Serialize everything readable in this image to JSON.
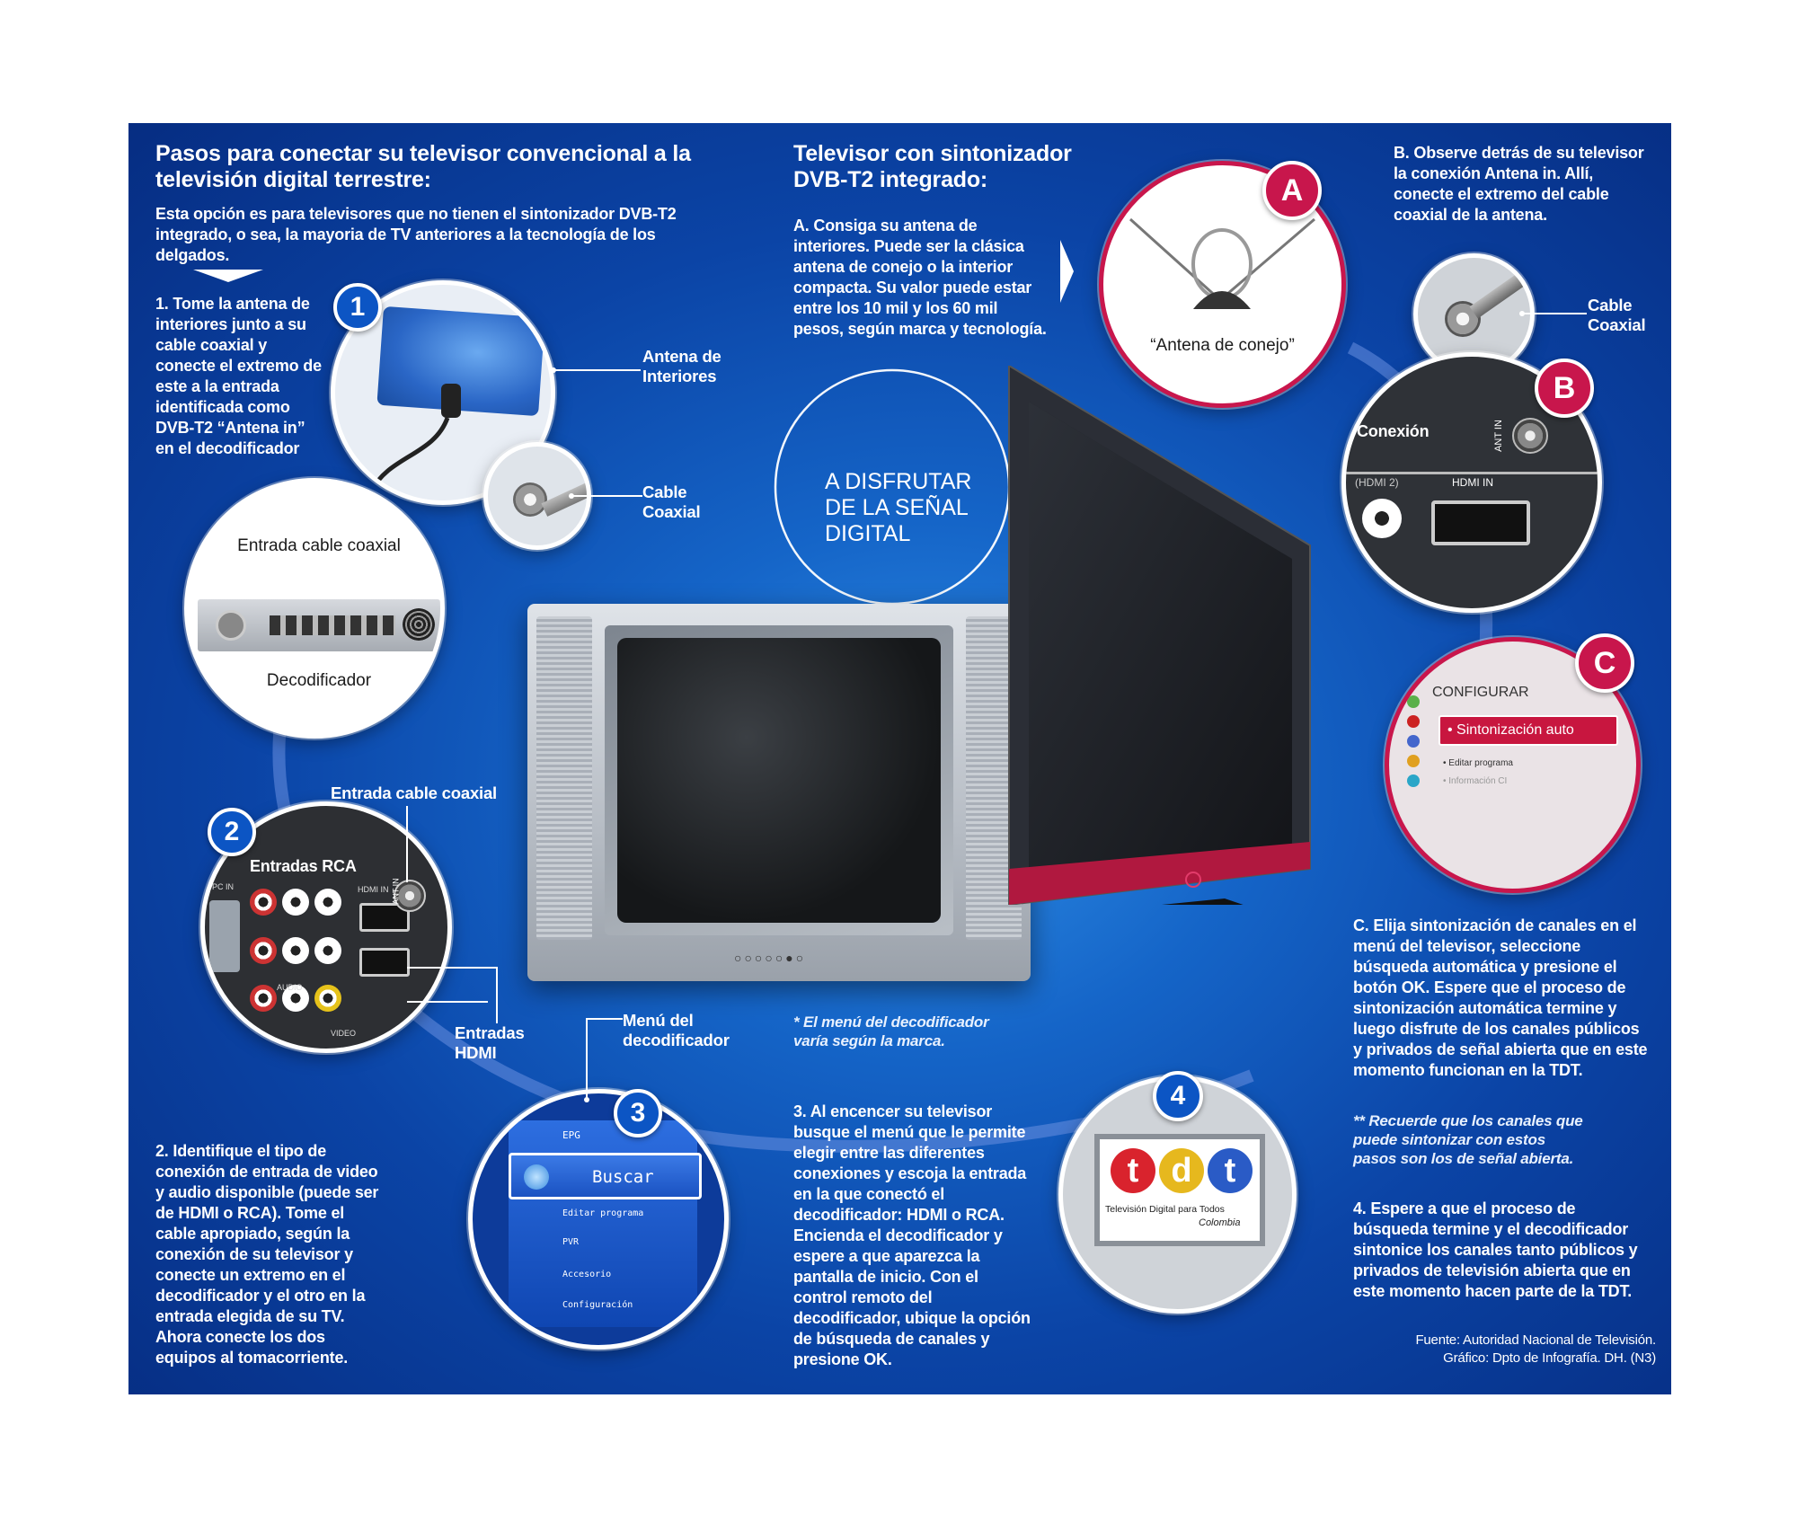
{
  "left": {
    "heading": "Pasos para conectar su televisor convencional a la televisión digital terrestre:",
    "intro": "Esta opción es para televisores que no tienen el sintonizador DVB-T2 integrado, o sea, la mayoria de TV anteriores a la tecnología de los delgados.",
    "step1": "1. Tome la antena de interiores junto a su cable coaxial y conecte el extremo de este a la entrada identificada como DVB-T2 “Antena in” en el decodificador",
    "step2": "2. Identifique el tipo de conexión de entrada de video y audio disponible (puede ser de HDMI o RCA). Tome el cable apropiado, según la conexión de su televisor y conecte un extremo en el decodificador y el otro en la entrada elegida de su TV. Ahora conecte los dos equipos al tomacorriente.",
    "step3": "3. Al encencer su televisor busque el menú que le permite elegir entre las diferentes conexiones y escoja la entrada en la que conectó el decodificador: HDMI o RCA. Encienda el decodificador y espere a que aparezca la pantalla de inicio. Con el control remoto del decodificador, ubique la opción de búsqueda de canales y presione OK."
  },
  "labels": {
    "antena_interiores": "Antena de Interiores",
    "cable_coaxial_1": "Cable Coaxial",
    "entrada_cable_coaxial_1": "Entrada cable coaxial",
    "decodificador": "Decodificador",
    "entrada_cable_coaxial_2": "Entrada cable coaxial",
    "entradas_rca": "Entradas RCA",
    "entradas_hdmi": "Entradas HDMI",
    "menu_decodificador": "Menú del decodificador",
    "menu_note": "* El menú del decodificador varía según la marca.",
    "cable_coaxial_2": "Cable Coaxial",
    "conexion": "Conexión",
    "antena_conejo": "“Antena de conejo”",
    "disfrutar": "A DISFRUTAR DE LA SEÑAL DIGITAL"
  },
  "right": {
    "heading": "Televisor con sintonizador DVB-T2 integrado:",
    "stepA": "A. Consiga su antena de interiores. Puede ser la clásica antena de conejo o la interior compacta. Su valor puede estar entre los 10 mil y los 60 mil pesos, según marca y tecnología.",
    "stepB": "B. Observe detrás de su televisor la conexión Antena in. Allí, conecte el extremo del cable coaxial de la antena.",
    "stepC": "C. Elija sintonización de canales en el menú del televisor, seleccione búsqueda automática y presione el botón OK. Espere que el proceso de sintonización automática termine y luego disfrute de los canales públicos y privados de señal abierta que en este momento funcionan en la TDT.",
    "note": "** Recuerde que los canales que puede sintonizar con estos pasos son los de señal abierta.",
    "step4": "4. Espere a que el proceso de búsqueda termine y el decodificador sintonice los canales tanto públicos y privados de televisión abierta que en este momento hacen parte de la TDT."
  },
  "badges": {
    "b1": "1",
    "b2": "2",
    "b3": "3",
    "b4": "4",
    "bA": "A",
    "bB": "B",
    "bC": "C"
  },
  "menu3": {
    "items": [
      "EPG",
      "Buscar",
      "Editar programa",
      "PVR",
      "Accesorio",
      "Configuración"
    ]
  },
  "menuC": {
    "title": "CONFIGURAR",
    "selected": "• Sintonización auto",
    "item2": "• Editar programa",
    "item3": "• Información CI"
  },
  "port_labels": {
    "ant_in": "ANT IN",
    "hdmi_in": "HDMI IN",
    "hdmi2": "(HDMI 2)",
    "audio": "AUDIO",
    "video": "VIDEO",
    "pc_in": "PC IN"
  },
  "tdt": {
    "letters": [
      "t",
      "d",
      "t"
    ],
    "line1": "Televisión Digital para Todos",
    "line2": "Colombia"
  },
  "source": {
    "line1": "Fuente: Autoridad Nacional de Televisión.",
    "line2": "Gráfico: Dpto de Infografía. DH. (N3)"
  },
  "colors": {
    "panel_blue": "#0b44a6",
    "badge_blue": "#0c55c4",
    "badge_red": "#c8164c"
  }
}
